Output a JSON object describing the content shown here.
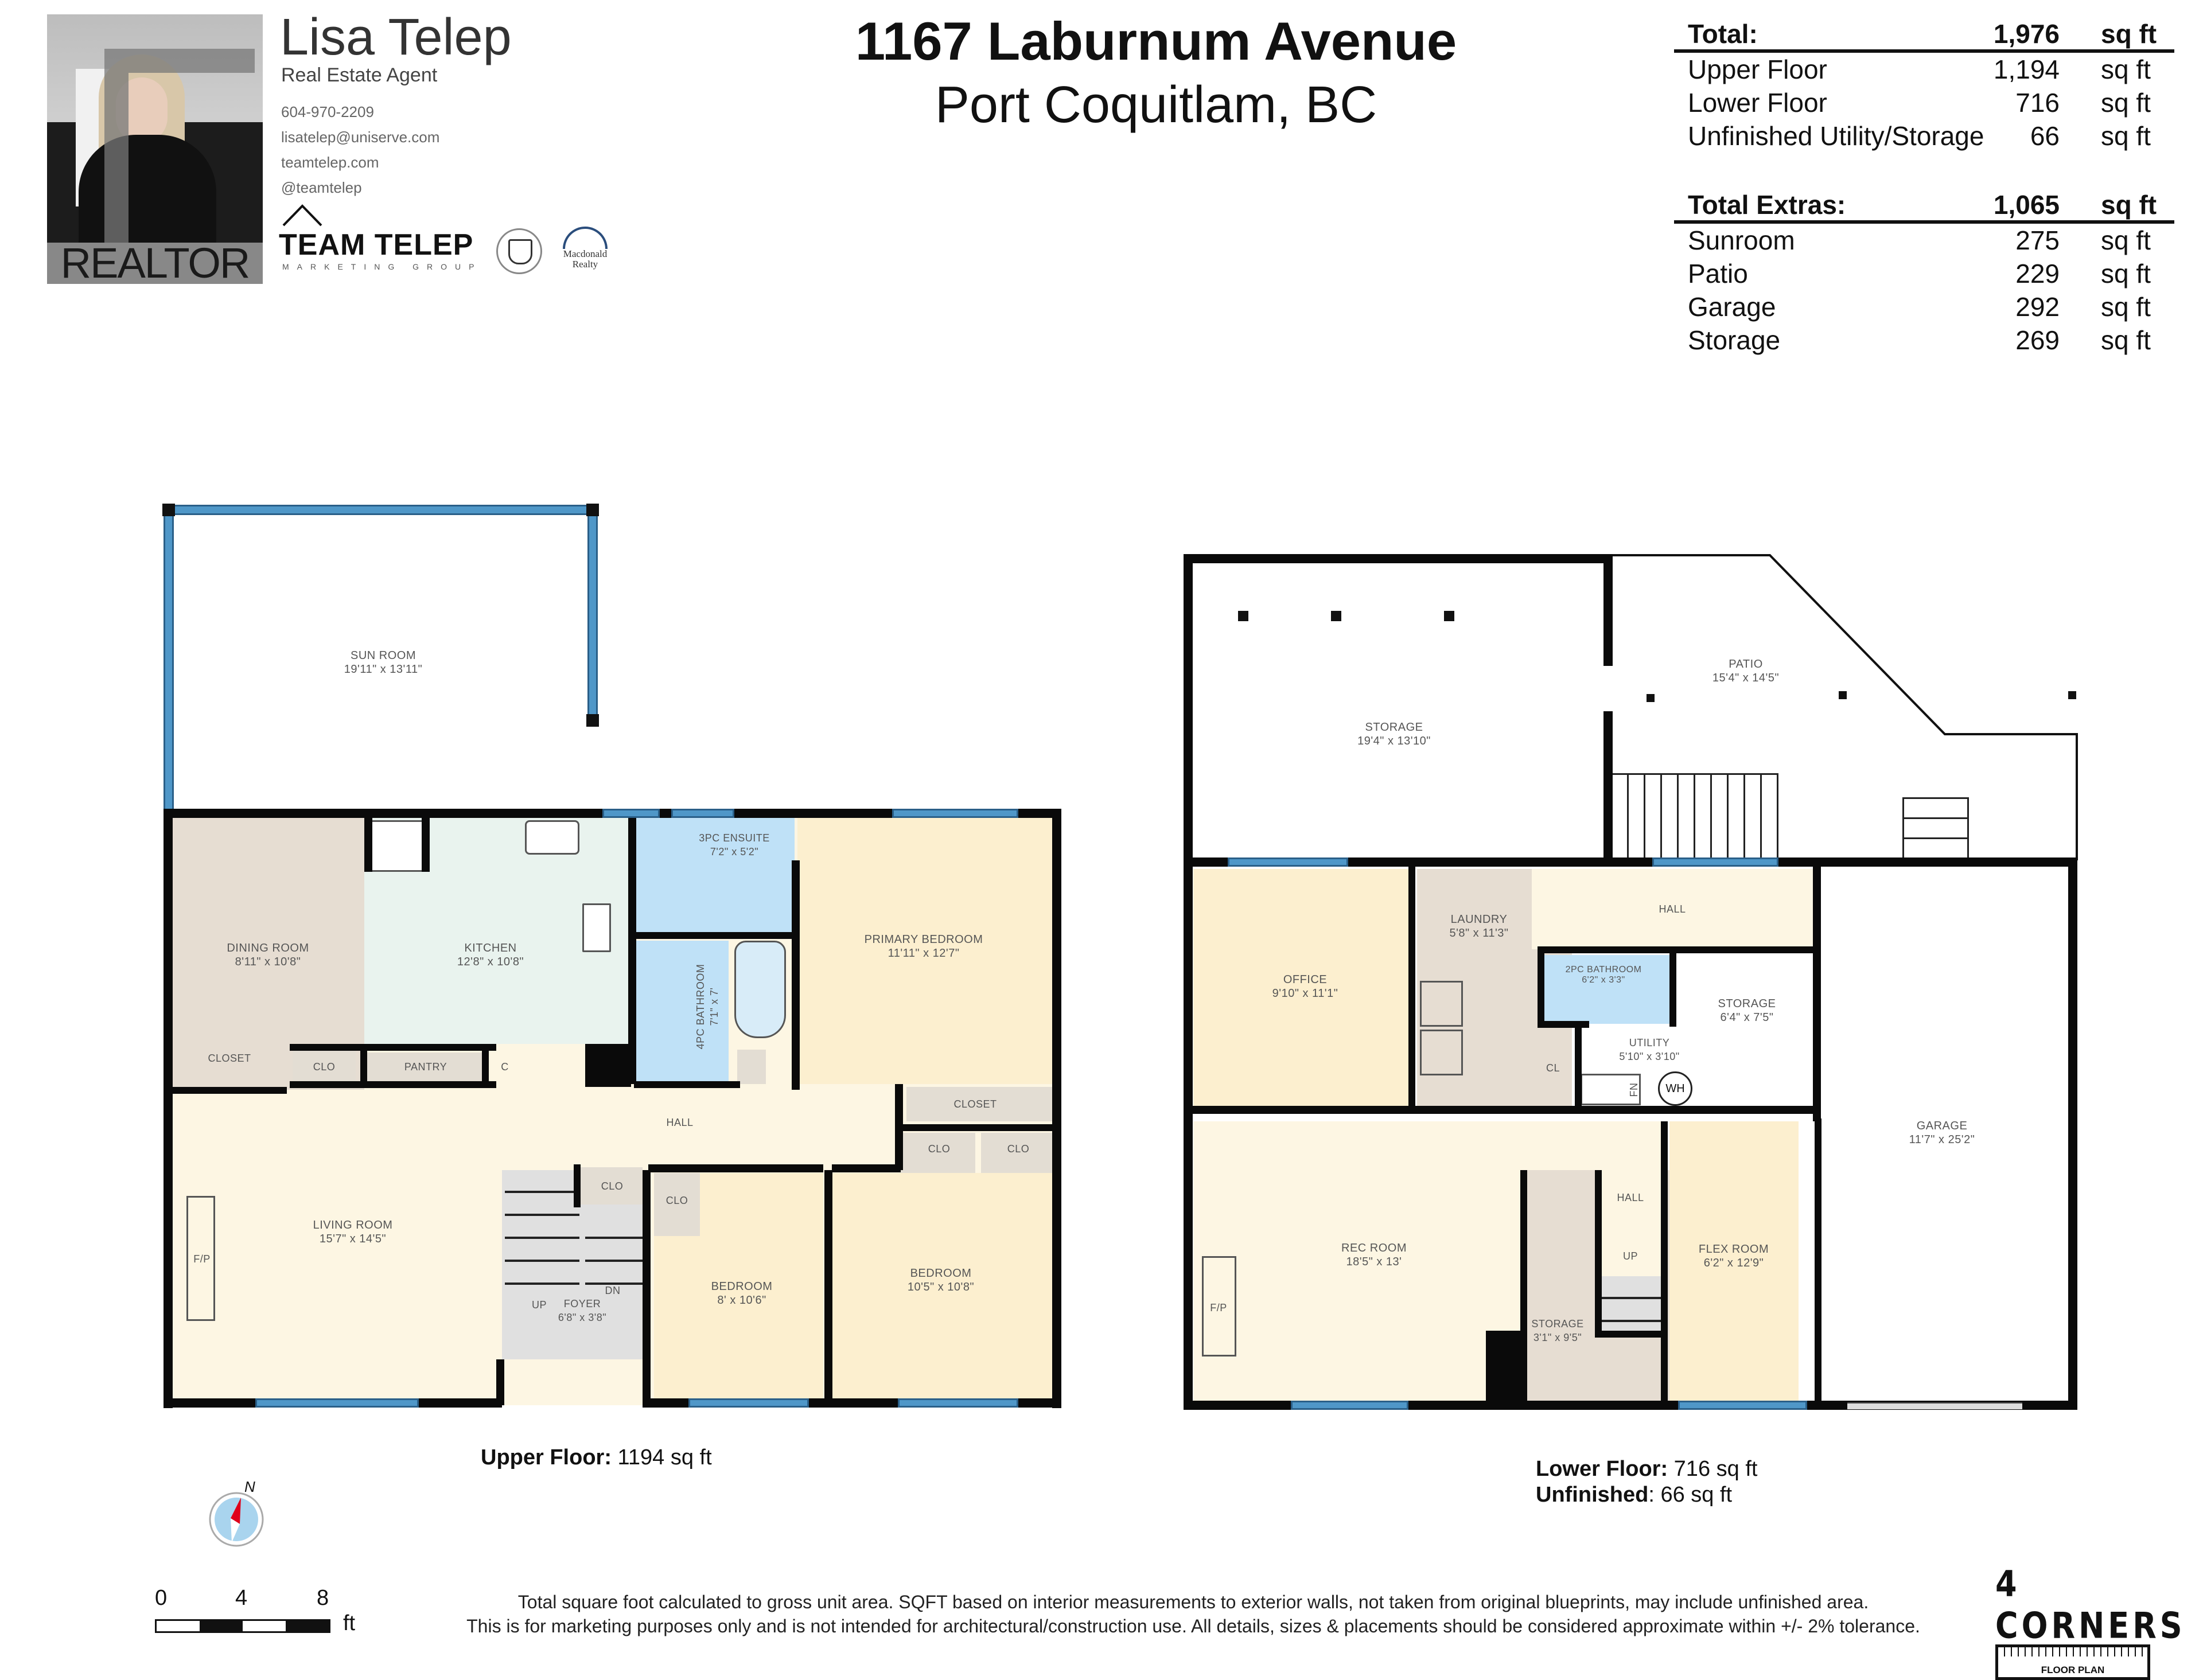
{
  "agent": {
    "name": "Lisa Telep",
    "role": "Real Estate Agent",
    "phone": "604-970-2209",
    "email": "lisatelep@uniserve.com",
    "website": "teamtelep.com",
    "social": "@teamtelep",
    "photo_badge": "REALTOR",
    "team_name": "TEAM TELEP",
    "team_sub": "MARKETING GROUP",
    "brokerage_line1": "Macdonald",
    "brokerage_line2": "Realty"
  },
  "property": {
    "address": "1167 Laburnum Avenue",
    "city": "Port Coquitlam, BC"
  },
  "area_summary": {
    "total": {
      "label": "Total:",
      "value": "1,976",
      "unit": "sq ft"
    },
    "rows": [
      {
        "label": "Upper Floor",
        "value": "1,194",
        "unit": "sq ft"
      },
      {
        "label": "Lower Floor",
        "value": "716",
        "unit": "sq ft"
      },
      {
        "label": "Unfinished Utility/Storage",
        "value": "66",
        "unit": "sq ft"
      }
    ],
    "extras_total": {
      "label": "Total Extras:",
      "value": "1,065",
      "unit": "sq ft"
    },
    "extras": [
      {
        "label": "Sunroom",
        "value": "275",
        "unit": "sq ft"
      },
      {
        "label": "Patio",
        "value": "229",
        "unit": "sq ft"
      },
      {
        "label": "Garage",
        "value": "292",
        "unit": "sq ft"
      },
      {
        "label": "Storage",
        "value": "269",
        "unit": "sq ft"
      }
    ]
  },
  "upper_floor": {
    "caption_bold": "Upper Floor:",
    "caption_value": "1194 sq ft",
    "rooms": {
      "sunroom": {
        "name": "SUN ROOM",
        "dims": "19'11\" x 13'11\""
      },
      "dining": {
        "name": "DINING ROOM",
        "dims": "8'11\" x 10'8\""
      },
      "kitchen": {
        "name": "KITCHEN",
        "dims": "12'8\" x 10'8\""
      },
      "ensuite": {
        "name": "3PC ENSUITE",
        "dims": "7'2\" x 5'2\""
      },
      "bath4": {
        "name": "4PC BATHROOM",
        "dims": "7'1\" x 7'"
      },
      "primary": {
        "name": "PRIMARY BEDROOM",
        "dims": "11'11\" x 12'7\""
      },
      "living": {
        "name": "LIVING ROOM",
        "dims": "15'7\" x 14'5\""
      },
      "foyer": {
        "name": "FOYER",
        "dims": "6'8\" x 3'8\""
      },
      "bed2": {
        "name": "BEDROOM",
        "dims": "8' x 10'6\""
      },
      "bed3": {
        "name": "BEDROOM",
        "dims": "10'5\" x 10'8\""
      },
      "closet_dining": {
        "name": "CLOSET"
      },
      "closet_primary": {
        "name": "CLOSET"
      },
      "pantry": {
        "name": "PANTRY"
      },
      "hall": {
        "name": "HALL"
      },
      "clo": "CLO",
      "c": "C",
      "fp": "F/P",
      "up": "UP",
      "dn": "DN"
    }
  },
  "lower_floor": {
    "caption_bold": "Lower Floor:",
    "caption_value": "716 sq ft",
    "unfinished_bold": "Unfinished",
    "unfinished_value": ": 66 sq ft",
    "rooms": {
      "storage_big": {
        "name": "STORAGE",
        "dims": "19'4\" x 13'10\""
      },
      "patio": {
        "name": "PATIO",
        "dims": "15'4\" x 14'5\""
      },
      "office": {
        "name": "OFFICE",
        "dims": "9'10\" x 11'1\""
      },
      "laundry": {
        "name": "LAUNDRY",
        "dims": "5'8\" x 11'3\""
      },
      "hall": {
        "name": "HALL"
      },
      "bath2": {
        "name": "2PC BATHROOM",
        "dims": "6'2\" x 3'3\""
      },
      "storage_small": {
        "name": "STORAGE",
        "dims": "6'4\" x 7'5\""
      },
      "utility": {
        "name": "UTILITY",
        "dims": "5'10\" x 3'10\""
      },
      "garage": {
        "name": "GARAGE",
        "dims": "11'7\" x 25'2\""
      },
      "rec": {
        "name": "REC ROOM",
        "dims": "18'5\" x 13'"
      },
      "storage_stair": {
        "name": "STORAGE",
        "dims": "3'1\" x 9'5\""
      },
      "hall2": {
        "name": "HALL"
      },
      "flex": {
        "name": "FLEX ROOM",
        "dims": "6'2\" x 12'9\""
      },
      "cl": "CL",
      "fn": "FN",
      "wh": "WH",
      "fp": "F/P",
      "up": "UP"
    }
  },
  "legend": {
    "compass_north": "N",
    "scale_ticks": [
      "0",
      "4",
      "8"
    ],
    "scale_unit": "ft"
  },
  "disclaimer": {
    "line1": "Total square foot calculated to gross unit area. SQFT based on interior measurements to exterior walls, not taken from original blueprints, may include unfinished area.",
    "line2": "This is for marketing purposes only and is not intended for architectural/construction use.  All details, sizes & placements should be considered approximate within +/- 2%  tolerance."
  },
  "brand": {
    "name": "4 CORNERS",
    "sub": "FLOOR PLAN"
  },
  "colors": {
    "wall": "#0a0a0a",
    "window": "#4f97c8",
    "living": "#fdf6e3",
    "bedroom": "#fcefcf",
    "dining": "#e6ddd2",
    "kitchen": "#e9f3ee",
    "bath": "#bfe1f7",
    "closet": "#e3ddd3",
    "stairs": "#e0e0e0"
  }
}
